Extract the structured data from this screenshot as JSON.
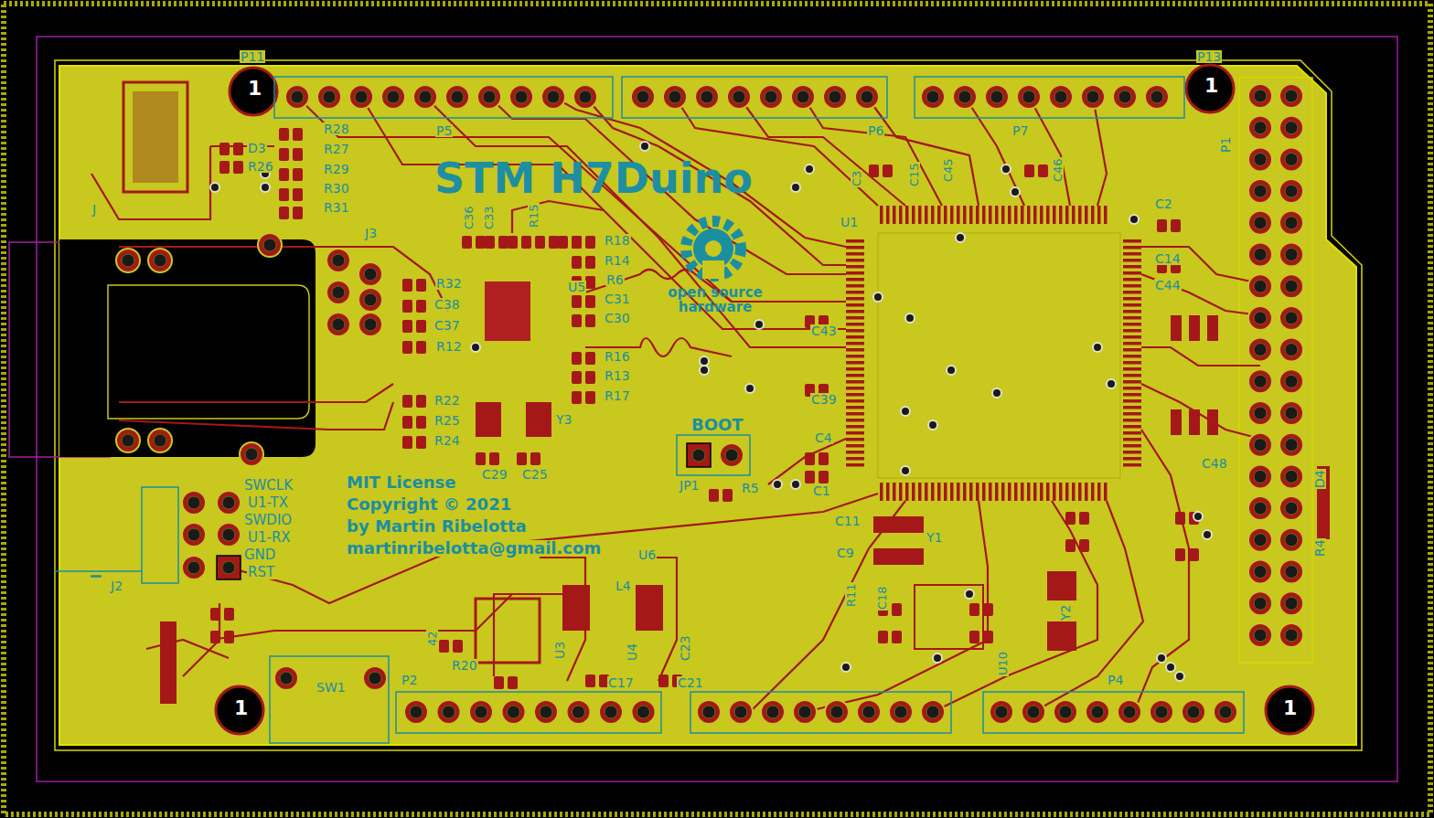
{
  "diagram": {
    "title": "STM H7Duino",
    "labels": [
      "1",
      "P11",
      "1",
      "P13",
      "R28",
      "D3",
      "R27",
      "R26",
      "R29",
      "R30",
      "R31",
      "P5",
      "P6",
      "P7",
      "P1",
      "J",
      "J3",
      "C36",
      "C33",
      "R15",
      "U5",
      "R18",
      "R14",
      "R6",
      "C31",
      "C30",
      "R16",
      "R13",
      "R17",
      "R32",
      "C38",
      "C37",
      "R12",
      "R22",
      "R25",
      "R24",
      "Y3",
      "C29",
      "C25",
      "BOOT",
      "JP1",
      "R5",
      "MIT License",
      "Copyright © 2021",
      "by Martin Ribelotta",
      "martinribelotta@gmail.com",
      "SWCLK",
      "U1-TX",
      "SWDIO",
      "U1-RX",
      "GND",
      "RST",
      "J2",
      "SW1",
      "P2",
      "R20",
      "U6",
      "L4",
      "U3",
      "U4",
      "C23",
      "C17",
      "C21",
      "C3",
      "C15",
      "C45",
      "C46",
      "U1",
      "C2",
      "C14",
      "C44",
      "C43",
      "C39",
      "C4",
      "C1",
      "C48",
      "D4",
      "R4",
      "C11",
      "C9",
      "Y1",
      "R11",
      "C18",
      "U10",
      "Y2",
      "P4",
      "1",
      "1",
      "42",
      "open source hardware"
    ]
  }
}
